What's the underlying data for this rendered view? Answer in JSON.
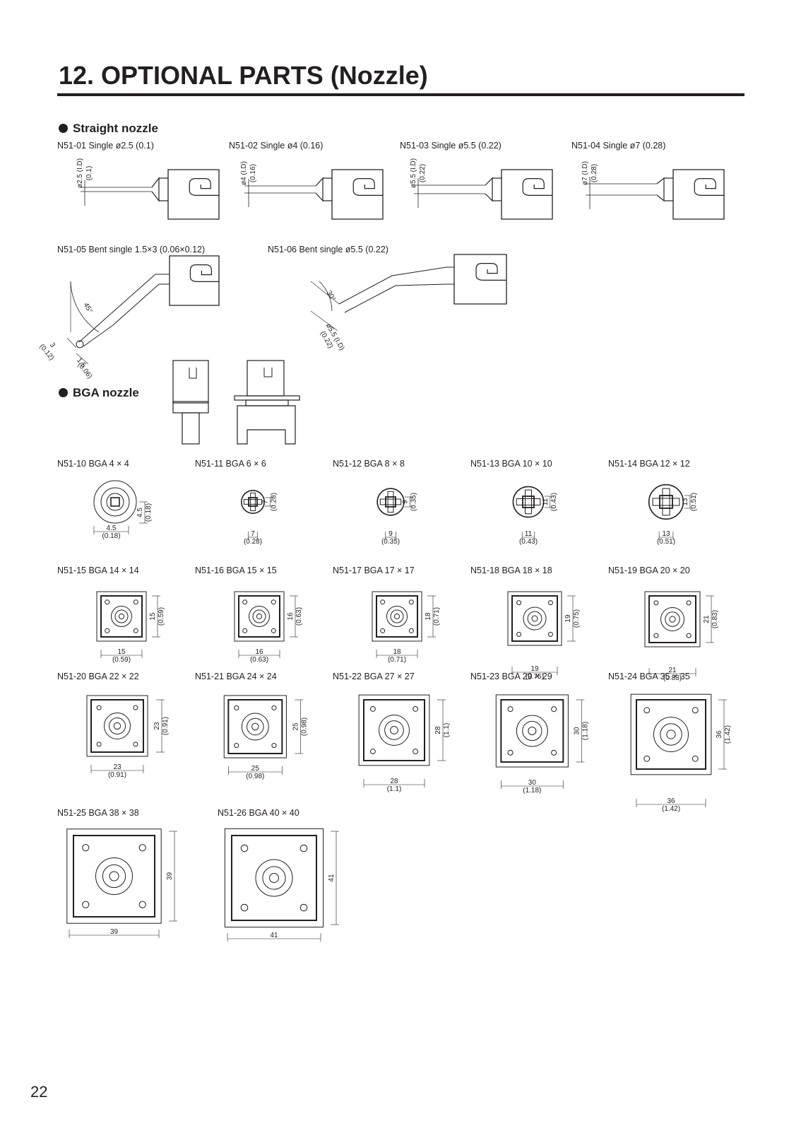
{
  "page": {
    "title": "12. OPTIONAL PARTS (Nozzle)",
    "page_number": "22"
  },
  "straight": {
    "heading": "Straight nozzle",
    "items": [
      {
        "caption": "N51-01 Single ø2.5 (0.1)",
        "dim_main": "ø2.5 (I.D)",
        "dim_sub": "(0.1)"
      },
      {
        "caption": "N51-02 Single ø4 (0.16)",
        "dim_main": "ø4 (I.D)",
        "dim_sub": "(0.16)"
      },
      {
        "caption": "N51-03 Single ø5.5 (0.22)",
        "dim_main": "ø5.5 (I.D)",
        "dim_sub": "(0.22)"
      },
      {
        "caption": "N51-04 Single ø7 (0.28)",
        "dim_main": "ø7 (I.D)",
        "dim_sub": "(0.28)"
      }
    ],
    "bent": [
      {
        "caption": "N51-05 Bent single 1.5×3 (0.06×0.12)",
        "angle": "45°",
        "dim_a": "3",
        "dim_a_sub": "(0.12)",
        "dim_b": "1.5",
        "dim_b_sub": "(0.06)"
      },
      {
        "caption": "N51-06 Bent single ø5.5 (0.22)",
        "angle": "30°",
        "dim_main": "ø5.5 (I.D)",
        "dim_sub": "(0.22)"
      }
    ]
  },
  "bga": {
    "heading": "BGA nozzle",
    "items": [
      {
        "caption": "N51-10  BGA  4 × 4",
        "w": "4.5",
        "w_in": "(0.18)",
        "h": "4.5",
        "h_in": "(0.18)"
      },
      {
        "caption": "N51-11  BGA  6 × 6",
        "w": "7",
        "w_in": "(0.28)",
        "h": "7",
        "h_in": "(0.28)"
      },
      {
        "caption": "N51-12  BGA  8 × 8",
        "w": "9",
        "w_in": "(0.35)",
        "h": "9",
        "h_in": "(0.35)"
      },
      {
        "caption": "N51-13  BGA  10 × 10",
        "w": "11",
        "w_in": "(0.43)",
        "h": "11",
        "h_in": "(0.43)"
      },
      {
        "caption": "N51-14  BGA  12 × 12",
        "w": "13",
        "w_in": "(0.51)",
        "h": "13",
        "h_in": "(0.51)"
      },
      {
        "caption": "N51-15  BGA  14 × 14",
        "w": "15",
        "w_in": "(0.59)",
        "h": "15",
        "h_in": "(0.59)"
      },
      {
        "caption": "N51-16  BGA  15 × 15",
        "w": "16",
        "w_in": "(0.63)",
        "h": "16",
        "h_in": "(0.63)"
      },
      {
        "caption": "N51-17  BGA  17 × 17",
        "w": "18",
        "w_in": "(0.71)",
        "h": "18",
        "h_in": "(0.71)"
      },
      {
        "caption": "N51-18  BGA  18 × 18",
        "w": "19",
        "w_in": "(0.75)",
        "h": "19",
        "h_in": "(0.75)"
      },
      {
        "caption": "N51-19  BGA  20 × 20",
        "w": "21",
        "w_in": "(0.83)",
        "h": "21",
        "h_in": "(0.83)"
      },
      {
        "caption": "N51-20  BGA  22 × 22",
        "w": "23",
        "w_in": "(0.91)",
        "h": "23",
        "h_in": "(0.91)"
      },
      {
        "caption": "N51-21  BGA  24 × 24",
        "w": "25",
        "w_in": "(0.98)",
        "h": "25",
        "h_in": "(0.98)"
      },
      {
        "caption": "N51-22  BGA  27 × 27",
        "w": "28",
        "w_in": "(1.1)",
        "h": "28",
        "h_in": "(1.1)"
      },
      {
        "caption": "N51-23  BGA  29 × 29",
        "w": "30",
        "w_in": "(1.18)",
        "h": "30",
        "h_in": "(1.18)"
      },
      {
        "caption": "N51-24  BGA  35 × 35",
        "w": "36",
        "w_in": "(1.42)",
        "h": "36",
        "h_in": "(1.42)"
      },
      {
        "caption": "N51-25  BGA  38 × 38",
        "w": "39",
        "w_in": "",
        "h": "39",
        "h_in": ""
      },
      {
        "caption": "N51-26  BGA  40 × 40",
        "w": "41",
        "w_in": "",
        "h": "41",
        "h_in": ""
      }
    ]
  }
}
